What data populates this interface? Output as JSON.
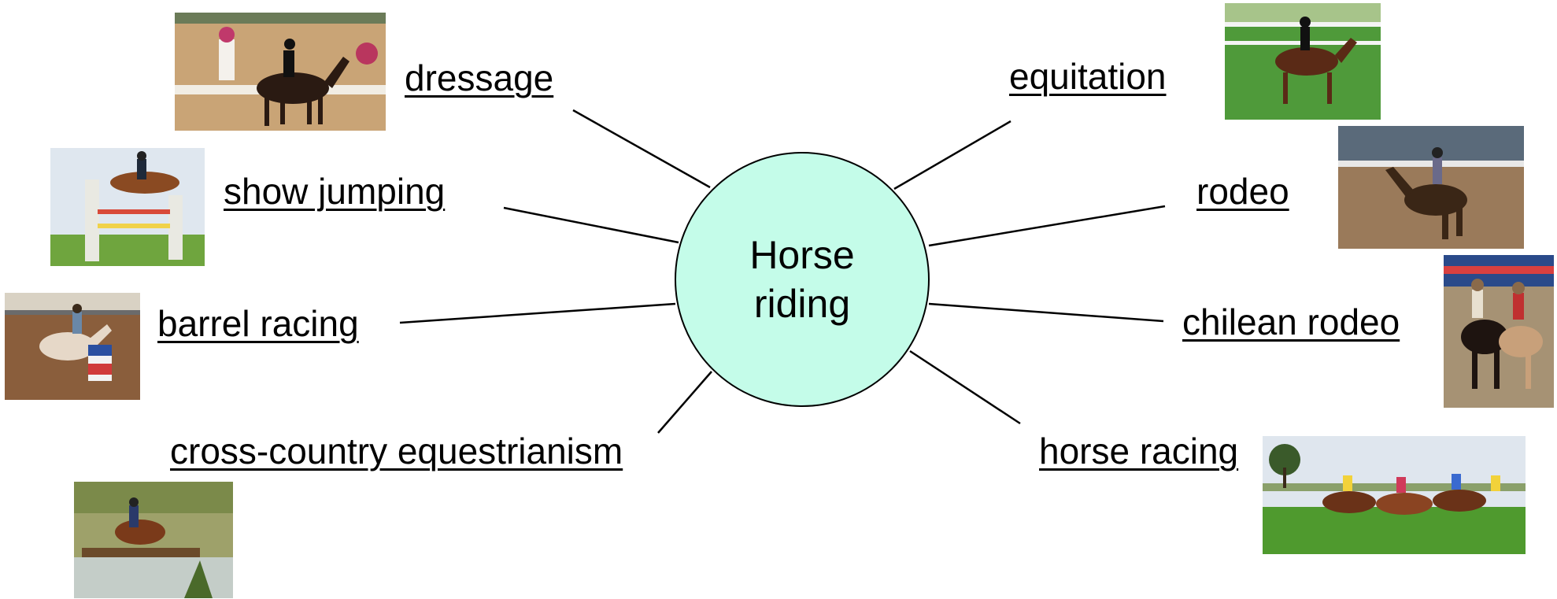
{
  "center": {
    "label": "Horse\nriding",
    "fill": "#c4fce9"
  },
  "branches": [
    {
      "id": "dressage",
      "label": "dressage",
      "side": "left"
    },
    {
      "id": "show-jumping",
      "label": "show jumping",
      "side": "left"
    },
    {
      "id": "barrel-racing",
      "label": "barrel racing",
      "side": "left"
    },
    {
      "id": "cross-country",
      "label": "cross-country equestrianism",
      "side": "left"
    },
    {
      "id": "equitation",
      "label": "equitation",
      "side": "right"
    },
    {
      "id": "rodeo",
      "label": "rodeo",
      "side": "right"
    },
    {
      "id": "chilean-rodeo",
      "label": "chilean rodeo",
      "side": "right"
    },
    {
      "id": "horse-racing",
      "label": "horse racing",
      "side": "right"
    }
  ]
}
